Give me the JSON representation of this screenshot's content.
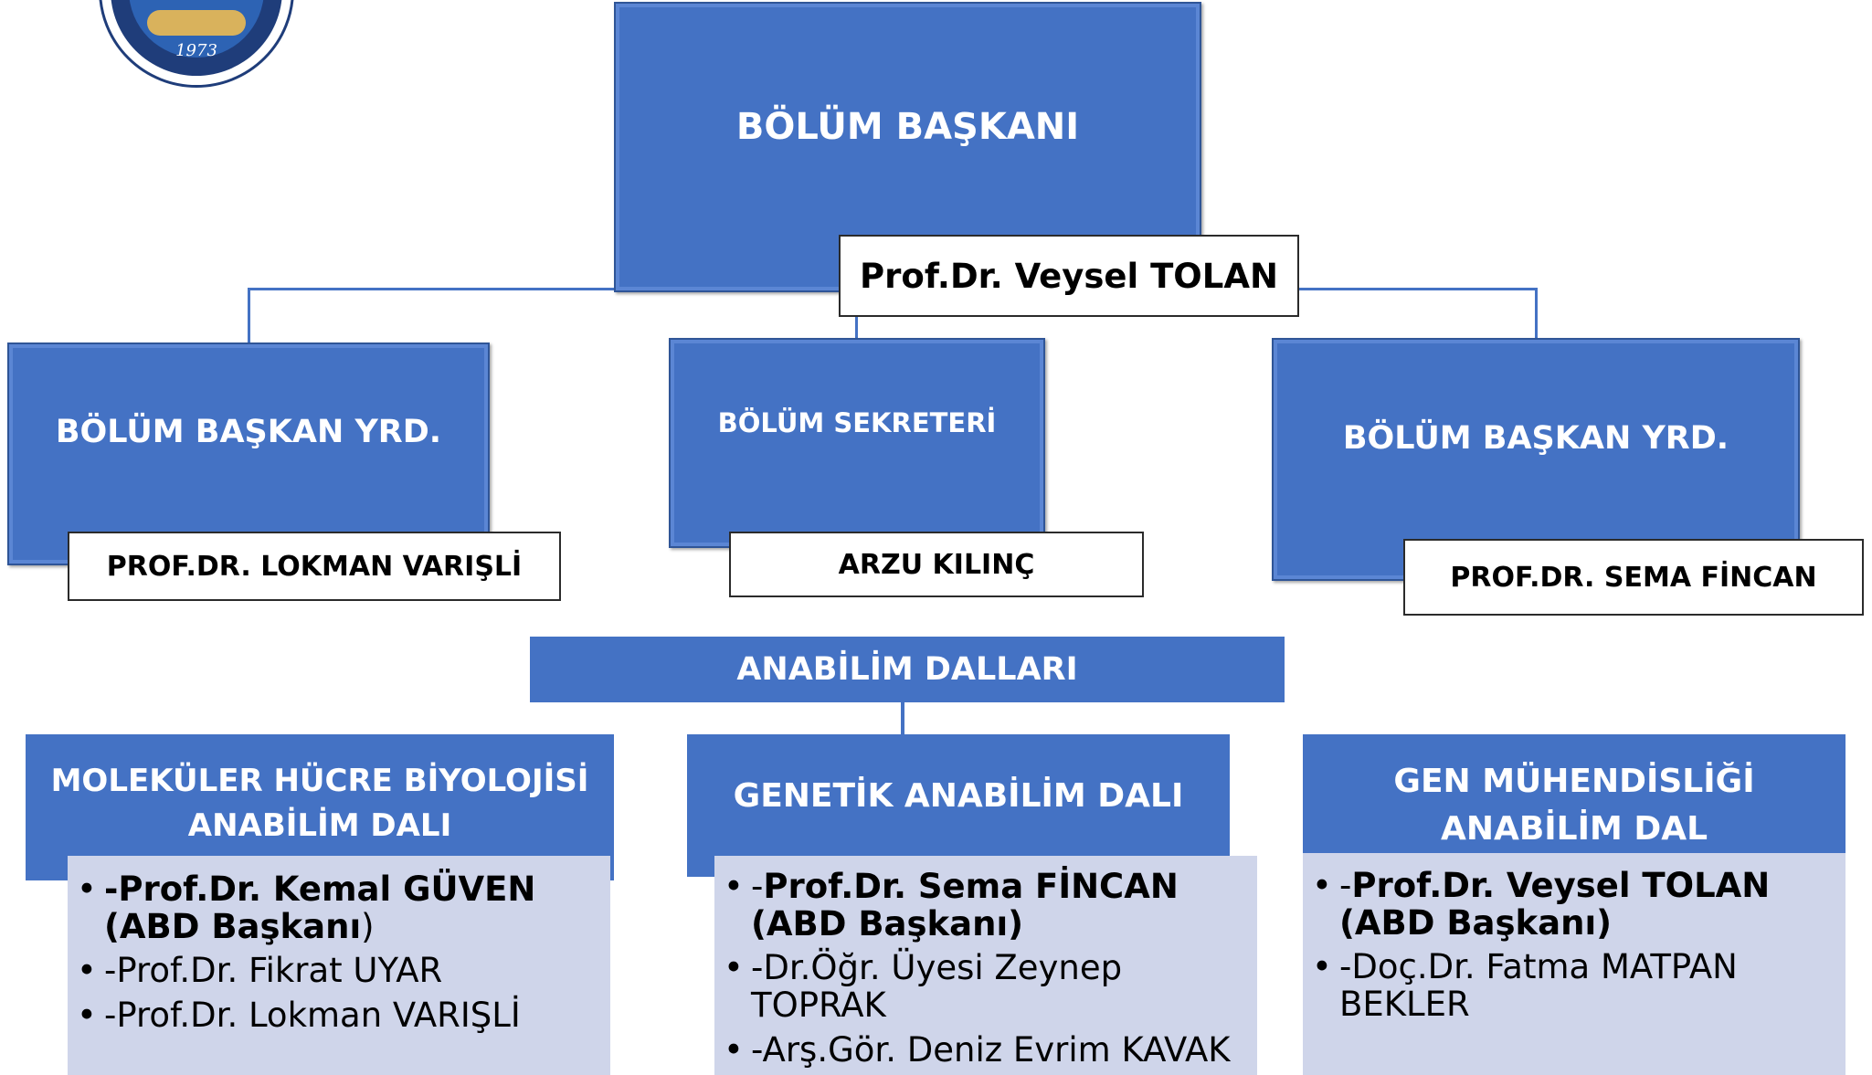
{
  "logo": {
    "year": "1973"
  },
  "head": {
    "title": "BÖLÜM BAŞKANI",
    "name": "Prof.Dr. Veysel TOLAN"
  },
  "left_deputy": {
    "title": "BÖLÜM BAŞKAN YRD.",
    "name": "PROF.DR. LOKMAN VARIŞLİ"
  },
  "secretary": {
    "title": "BÖLÜM SEKRETERİ",
    "name": "ARZU KILINÇ"
  },
  "right_deputy": {
    "title": "BÖLÜM BAŞKAN YRD.",
    "name": "PROF.DR. SEMA FİNCAN"
  },
  "departments_header": "ANABİLİM DALLARI",
  "departments": [
    {
      "title_line1": "MOLEKÜLER HÜCRE BİYOLOJİSİ",
      "title_line2": "ANABİLİM DALI",
      "chair_name": "-Prof.Dr. Kemal GÜVEN",
      "chair_role": "(ABD Başkanı",
      "chair_role_tail": ")",
      "members": [
        "-Prof.Dr. Fikrat UYAR",
        "-Prof.Dr. Lokman VARIŞLİ"
      ]
    },
    {
      "title_line1": "GENETİK ANABİLİM DALI",
      "chair_prefix": "-",
      "chair_name": "Prof.Dr. Sema FİNCAN",
      "chair_role": "(ABD Başkanı)",
      "members": [
        "-Dr.Öğr. Üyesi Zeynep TOPRAK",
        "-Arş.Gör. Deniz Evrim KAVAK"
      ]
    },
    {
      "title_line1": "GEN MÜHENDİSLİĞİ",
      "title_line2": "ANABİLİM DAL",
      "chair_prefix": "-",
      "chair_name": "Prof.Dr. Veysel TOLAN",
      "chair_role": "(ABD Başkanı)",
      "members": [
        "-Doç.Dr. Fatma MATPAN BEKLER"
      ]
    }
  ],
  "colors": {
    "box_blue": "#4472c4",
    "light_panel": "#cfd5ea",
    "connector": "#4472c4"
  }
}
